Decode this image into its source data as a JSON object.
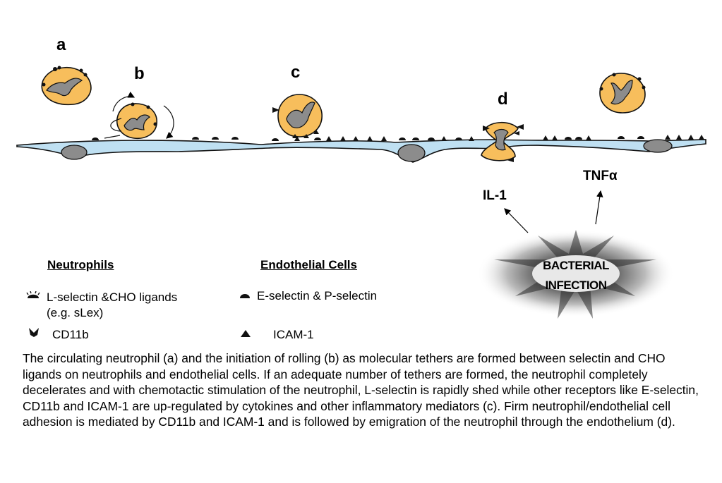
{
  "stages": {
    "a": "a",
    "b": "b",
    "c": "c",
    "d": "d"
  },
  "mediators": {
    "il1": "IL-1",
    "tnf": "TNFα"
  },
  "infection": {
    "line1": "BACTERIAL",
    "line2": "INFECTION"
  },
  "legend": {
    "neutrophils": {
      "heading": "Neutrophils",
      "items": [
        {
          "icon": "l-selectin-symbol",
          "lines": [
            "L-selectin &CHO ligands",
            "(e.g. sLex)"
          ]
        },
        {
          "icon": "cd11b-symbol",
          "lines": [
            "CD11b"
          ]
        }
      ]
    },
    "endothelial": {
      "heading": "Endothelial Cells",
      "items": [
        {
          "icon": "e-p-selectin-symbol",
          "lines": [
            "E-selectin & P-selectin"
          ]
        },
        {
          "icon": "icam-1-symbol",
          "lines": [
            "ICAM-1"
          ]
        }
      ]
    }
  },
  "caption": "The circulating neutrophil (a) and the initiation of rolling (b) as molecular tethers are formed between selectin and CHO ligands on neutrophils and endothelial cells.  If an adequate number of tethers are formed, the neutrophil completely decelerates and with chemotactic stimulation of the neutrophil, L-selectin is rapidly shed while other receptors like E-selectin, CD11b and ICAM-1 are up-regulated by cytokines and other inflammatory mediators (c). Firm neutrophil/endothelial cell adhesion is mediated by CD11b and ICAM-1 and is followed by emigration of the neutrophil through the endothelium (d).",
  "colors": {
    "neutrophil": "#F7BE5C",
    "nucleus": "#8C8C8C",
    "endothelium": "#BFE0F2",
    "endothelial_nucleus": "#8C8C8C",
    "burst": "#1A1A1A"
  }
}
